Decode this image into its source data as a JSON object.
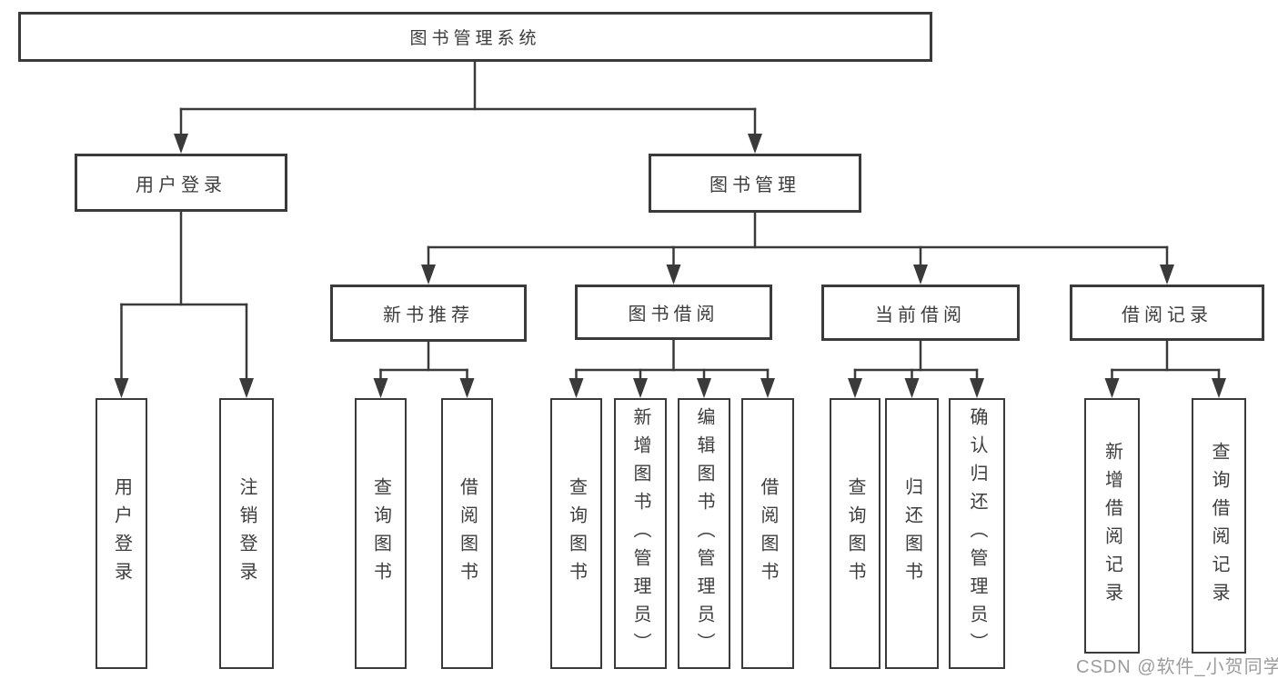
{
  "title": {
    "label": "图书管理系统"
  },
  "user_login": {
    "label": "用户登录",
    "children": [
      "用户登录",
      "注销登录"
    ]
  },
  "book_mgmt": {
    "label": "图书管理"
  },
  "new_book_rec": {
    "label": "新书推荐",
    "children": [
      "查询图书",
      "借阅图书"
    ]
  },
  "book_borrow": {
    "label": "图书借阅",
    "children": [
      "查询图书",
      "新增图书（管理员）",
      "编辑图书（管理员）",
      "借阅图书"
    ]
  },
  "current_borrow": {
    "label": "当前借阅",
    "children": [
      "查询图书",
      "归还图书",
      "确认归还（管理员）"
    ]
  },
  "borrow_record": {
    "label": "借阅记录",
    "children": [
      "新增借阅记录",
      "查询借阅记录"
    ]
  },
  "watermark": {
    "text": "CSDN @软件_小贺同学"
  },
  "colors": {
    "line": "#3a3a3a",
    "box_border": "#3a3a3a",
    "text": "#3d3d3d",
    "background": "#ffffff",
    "watermark": "#9c9c9c"
  }
}
